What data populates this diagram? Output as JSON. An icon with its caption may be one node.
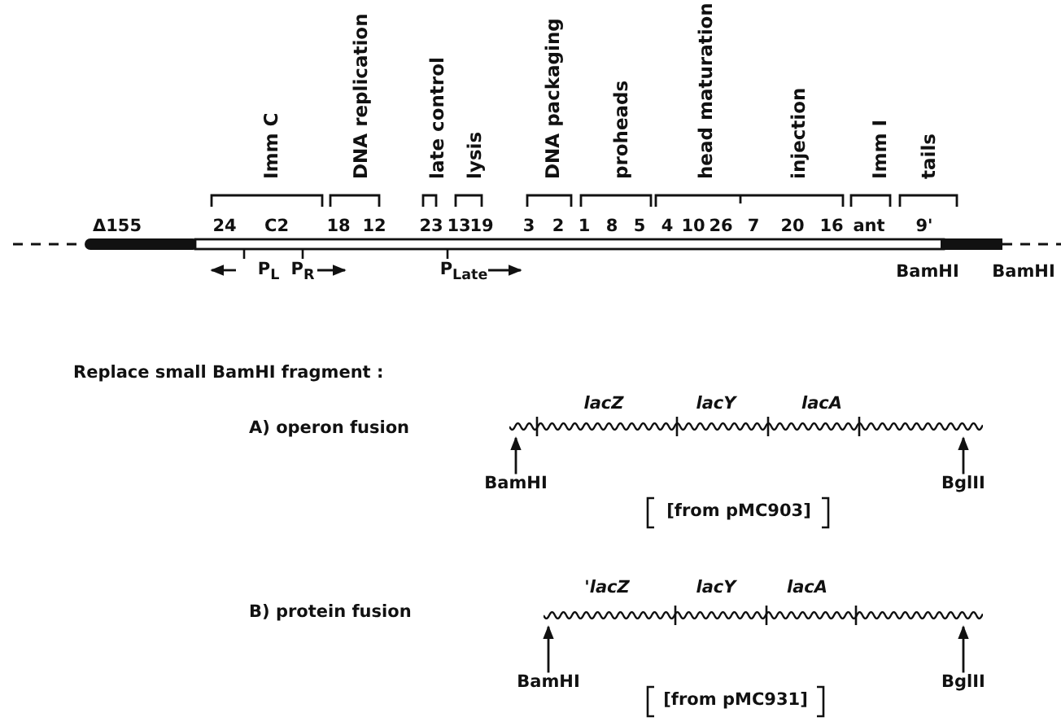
{
  "diagram": {
    "nodes": [
      {
        "text": [
          "BamHI"
        ]
      },
      {
        "text": [
          "BglII"
        ]
      },
      {
        "text": [],
        "shape": "bar"
      },
      {
        "text": [
          "BamHI"
        ]
      },
      {
        "text": [
          "BglII"
        ]
      },
      {
        "text": [],
        "shape": "bar"
      }
    ],
    "edges": [
      {
        "from": 0,
        "to": 2,
        "arrow": "to"
      },
      {
        "from": 1,
        "to": 2,
        "arrow": "to"
      },
      {
        "from": 3,
        "to": 5,
        "arrow": "to"
      },
      {
        "from": 4,
        "to": 5,
        "arrow": "to"
      }
    ],
    "labels": [
      "Imm C",
      "DNA replication",
      "late control",
      "lysis",
      "DNA packaging",
      "proheads",
      "head maturation",
      "injection",
      "Imm I",
      "tails",
      "Δ155",
      "24",
      "C2",
      "18",
      "12",
      "23",
      "13",
      "19",
      "3",
      "2",
      "1",
      "8",
      "5",
      "4",
      "10",
      "26",
      "7",
      "20",
      "16",
      "ant",
      "9'",
      "P$_{L}$",
      "P$_{R}$",
      "P$_{Late}$",
      "BamHI",
      "BamHI",
      "Replace small BamHI fragment :",
      "A) operon fusion",
      "lacZ",
      "lacY",
      "lacA",
      "[from pMC903]",
      "B) protein fusion",
      "'lacZ",
      "lacY",
      "lacA",
      "[from pMC931]"
    ]
  }
}
